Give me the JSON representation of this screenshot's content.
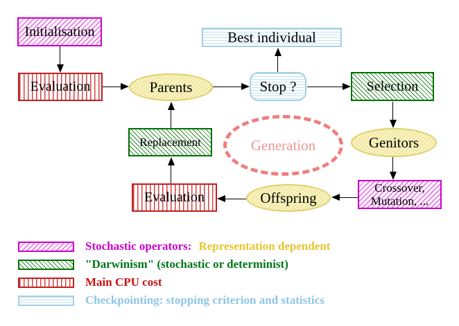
{
  "diagram": {
    "nodes": {
      "initialisation": "Initialisation",
      "evaluation_top": "Evaluation",
      "parents": "Parents",
      "best_individual": "Best individual",
      "stop": "Stop ?",
      "selection": "Selection",
      "replacement": "Replacement",
      "generation": "Generation",
      "genitors": "Genitors",
      "crossover_line1": "Crossover,",
      "crossover_line2": "Mutation, ...",
      "evaluation_bottom": "Evaluation",
      "offspring": "Offspring"
    }
  },
  "legend": {
    "rows": [
      {
        "swatch": "magenta-hatch-swatch",
        "label": "Stochastic operators:",
        "label2": "Representation dependent"
      },
      {
        "swatch": "green-hatch-swatch",
        "label": "\"Darwinism\" (stochastic or determinist)"
      },
      {
        "swatch": "red-stripe-swatch",
        "label": "Main CPU cost"
      },
      {
        "swatch": "cyan-stripe-swatch",
        "label": "Checkpointing: stopping criterion and statistics"
      }
    ]
  },
  "colors": {
    "magenta": "#cc00cc",
    "green": "#007000",
    "red": "#c02020",
    "cyan_border": "#a5cfe3",
    "yellow_fill": "#f9f3c1",
    "yellow_border": "#ddd06a",
    "salmon": "#ee7f7f",
    "gold_text": "#e5c52e",
    "green_text": "#007518",
    "red_text": "#cc1111",
    "blue_text": "#8cc6e8",
    "background": "#ffffff"
  }
}
